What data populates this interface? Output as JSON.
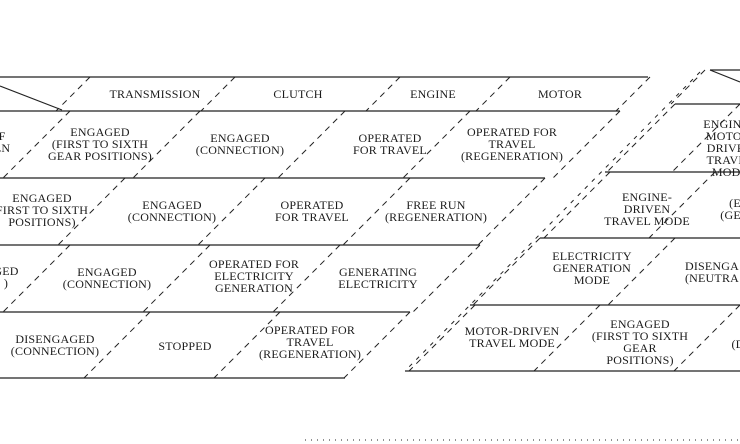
{
  "left_table": {
    "header": [
      "TRANSMISSION",
      "CLUTCH",
      "ENGINE",
      "MOTOR"
    ],
    "rows": [
      [
        "F\nEN",
        "ENGAGED\n(FIRST TO SIXTH\nGEAR POSITIONS)",
        "ENGAGED\n(CONNECTION)",
        "OPERATED\nFOR TRAVEL",
        "OPERATED FOR\nTRAVEL\n(REGENERATION)"
      ],
      [
        "ENGAGED\nFIRST TO SIXTH\nPOSITIONS)",
        "ENGAGED\n(CONNECTION)",
        "OPERATED\nFOR TRAVEL",
        "FREE RUN\n(REGENERATION)"
      ],
      [
        "GED\n)",
        "ENGAGED\n(CONNECTION)",
        "OPERATED FOR\nELECTRICITY\nGENERATION",
        "GENERATING\nELECTRICITY"
      ],
      [
        "DISENGAGED\n(CONNECTION)",
        "STOPPED",
        "OPERATED FOR\nTRAVEL\n(REGENERATION)"
      ]
    ]
  },
  "right_table": {
    "rows": [
      [
        "ENGINE-/\nMOTOR-DRIVEN\nTRAVEL MODE"
      ],
      [
        "ENGINE-DRIVEN\nTRAVEL MODE",
        "(E\n(GEA"
      ],
      [
        "ELECTRICITY\nGENERATION\nMODE",
        "DISENGA\n(NEUTRA"
      ],
      [
        "MOTOR-DRIVEN\nTRAVEL MODE",
        "ENGAGED\n(FIRST TO SIXTH\nGEAR POSITIONS)",
        "(D"
      ]
    ]
  }
}
